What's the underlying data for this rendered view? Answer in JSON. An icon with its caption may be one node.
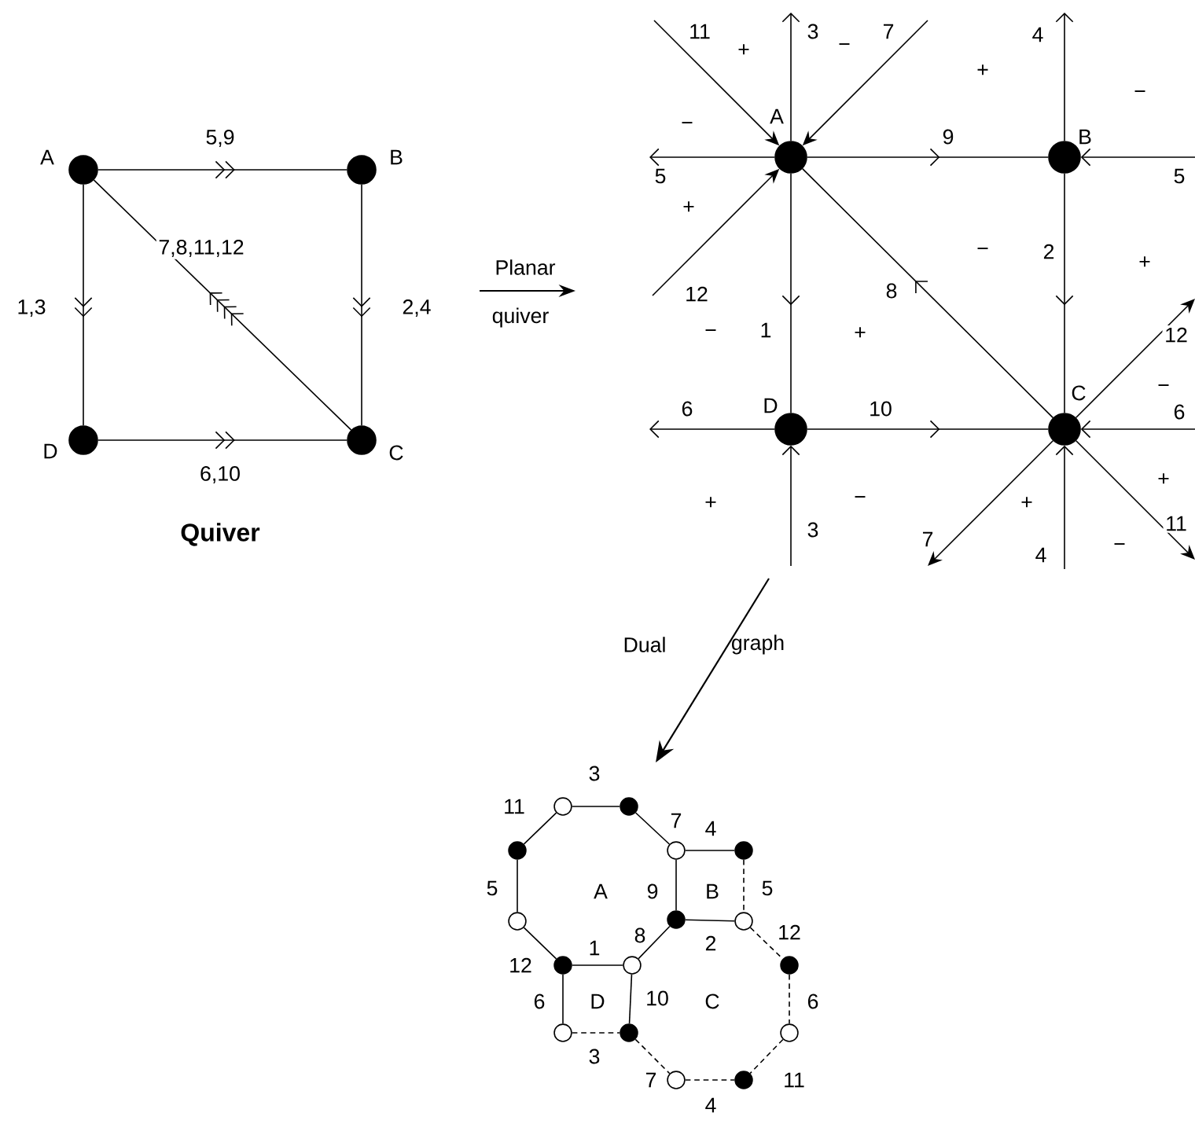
{
  "diagram": {
    "nodes": [
      {
        "text": [],
        "shape": "circle",
        "beside": [
          "A"
        ]
      },
      {
        "text": [],
        "shape": "circle",
        "beside": [
          "B"
        ]
      },
      {
        "text": [],
        "shape": "circle",
        "beside": [
          "D"
        ]
      },
      {
        "text": [],
        "shape": "circle",
        "beside": [
          "C"
        ]
      },
      {
        "text": [],
        "shape": "circle",
        "beside": [
          "A"
        ]
      },
      {
        "text": [],
        "shape": "circle",
        "beside": [
          "B"
        ]
      },
      {
        "text": [],
        "shape": "circle",
        "beside": [
          "D"
        ]
      },
      {
        "text": [],
        "shape": "circle",
        "beside": [
          "C"
        ]
      },
      {
        "text": [],
        "shape": "circle"
      },
      {
        "text": [],
        "shape": "circle"
      },
      {
        "text": [],
        "shape": "circle"
      },
      {
        "text": [],
        "shape": "circle"
      },
      {
        "text": [],
        "shape": "circle"
      },
      {
        "text": [],
        "shape": "circle"
      },
      {
        "text": [],
        "shape": "circle"
      },
      {
        "text": [],
        "shape": "circle"
      },
      {
        "text": [],
        "shape": "circle"
      },
      {
        "text": [],
        "shape": "circle"
      },
      {
        "text": [],
        "shape": "circle"
      },
      {
        "text": [],
        "shape": "circle"
      },
      {
        "text": [],
        "shape": "circle"
      },
      {
        "text": [],
        "shape": "circle"
      },
      {
        "text": [],
        "shape": "circle"
      },
      {
        "text": [],
        "shape": "circle"
      }
    ],
    "edges": [
      {
        "from": 0,
        "to": 1,
        "arrow": "to",
        "label": "5,9"
      },
      {
        "from": 0,
        "to": 2,
        "arrow": "to",
        "label": "1,3"
      },
      {
        "from": 1,
        "to": 3,
        "arrow": "to",
        "label": "2,4"
      },
      {
        "from": 2,
        "to": 3,
        "arrow": "to",
        "label": "6,10"
      },
      {
        "from": 3,
        "to": 0,
        "arrow": "to",
        "label": "7,8,11,12"
      },
      {
        "from": 4,
        "to": 5,
        "arrow": "to",
        "label": "9"
      },
      {
        "from": 4,
        "to": 6,
        "arrow": "to",
        "label": "1"
      },
      {
        "from": 5,
        "to": 7,
        "arrow": "to",
        "label": "2"
      },
      {
        "from": 6,
        "to": 7,
        "arrow": "to",
        "label": "10"
      },
      {
        "from": 7,
        "to": 4,
        "arrow": "to",
        "label": "8"
      },
      {
        "from": 4,
        "to": null,
        "arrow": "to",
        "label": "5"
      },
      {
        "from": 4,
        "to": null,
        "arrow": "to",
        "label": "3"
      },
      {
        "from": null,
        "to": 4,
        "arrow": "to",
        "label": "11"
      },
      {
        "from": null,
        "to": 4,
        "arrow": "to",
        "label": "7"
      },
      {
        "from": null,
        "to": 4,
        "arrow": "to",
        "label": "12"
      },
      {
        "from": 5,
        "to": null,
        "arrow": "to",
        "label": "4"
      },
      {
        "from": null,
        "to": 5,
        "arrow": "to",
        "label": "5"
      },
      {
        "from": 6,
        "to": null,
        "arrow": "to",
        "label": "6"
      },
      {
        "from": null,
        "to": 6,
        "arrow": "to",
        "label": "3"
      },
      {
        "from": 7,
        "to": null,
        "arrow": "to",
        "label": "12"
      },
      {
        "from": null,
        "to": 7,
        "arrow": "to",
        "label": "6"
      },
      {
        "from": 7,
        "to": null,
        "arrow": "to",
        "label": "11"
      },
      {
        "from": null,
        "to": 7,
        "arrow": "to",
        "label": "4"
      },
      {
        "from": 7,
        "to": null,
        "arrow": "to",
        "label": "7"
      },
      {
        "from": 8,
        "to": 9,
        "arrow": "none",
        "label": "3"
      },
      {
        "from": 8,
        "to": 10,
        "arrow": "none",
        "label": "11"
      },
      {
        "from": 9,
        "to": 11,
        "arrow": "none",
        "label": "7"
      },
      {
        "from": 11,
        "to": 12,
        "arrow": "none",
        "label": "4"
      },
      {
        "from": 10,
        "to": 13,
        "arrow": "none",
        "label": "5"
      },
      {
        "from": 11,
        "to": 14,
        "arrow": "none",
        "label": "9"
      },
      {
        "from": 12,
        "to": 15,
        "arrow": "none",
        "label": "5",
        "style": "dashed"
      },
      {
        "from": 14,
        "to": 15,
        "arrow": "none",
        "label": "2"
      },
      {
        "from": 13,
        "to": 16,
        "arrow": "none",
        "label": "12"
      },
      {
        "from": 14,
        "to": 17,
        "arrow": "none",
        "label": "8"
      },
      {
        "from": 15,
        "to": 18,
        "arrow": "none",
        "label": "12",
        "style": "dashed"
      },
      {
        "from": 16,
        "to": 17,
        "arrow": "none",
        "label": "1"
      },
      {
        "from": 16,
        "to": 19,
        "arrow": "none",
        "label": "6"
      },
      {
        "from": 17,
        "to": 20,
        "arrow": "none",
        "label": "10"
      },
      {
        "from": 18,
        "to": 21,
        "arrow": "none",
        "label": "6",
        "style": "dashed"
      },
      {
        "from": 19,
        "to": 20,
        "arrow": "none",
        "label": "3",
        "style": "dashed"
      },
      {
        "from": 20,
        "to": 22,
        "arrow": "none",
        "label": "7",
        "style": "dashed"
      },
      {
        "from": 21,
        "to": 23,
        "arrow": "none",
        "label": "11",
        "style": "dashed"
      },
      {
        "from": 22,
        "to": 23,
        "arrow": "none",
        "label": "4",
        "style": "dashed"
      }
    ],
    "labels": [
      "−",
      "+",
      "+",
      "−",
      "−",
      "+",
      "−",
      "+",
      "Planar",
      "quiver",
      "−",
      "+",
      "−",
      "+",
      "−",
      "+",
      "+",
      "Quiver",
      "−",
      "Dual",
      "graph",
      "A",
      "B",
      "D",
      "C"
    ]
  }
}
